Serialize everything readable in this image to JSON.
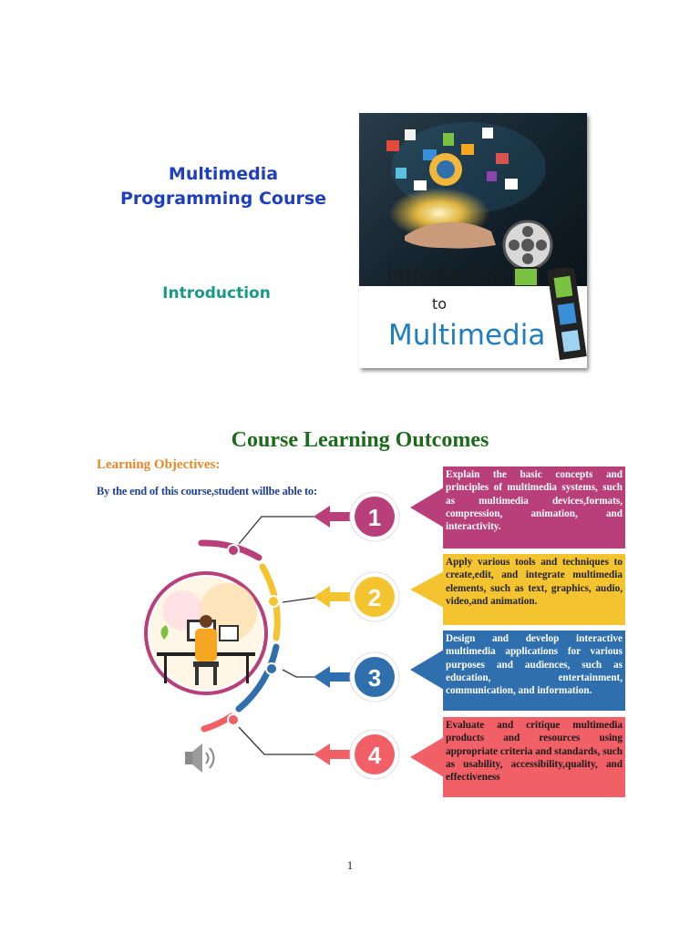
{
  "header": {
    "course_title_line1": "Multimedia",
    "course_title_line2": "Programming Course",
    "section_label": "Introduction"
  },
  "cover": {
    "line1": "Introduction",
    "line2": "to",
    "line3": "Multimedia"
  },
  "outcomes": {
    "heading": "Course Learning Outcomes",
    "objectives_label": "Learning Objectives:",
    "objectives_intro": "By the end of this course,student willbe able to:",
    "items": [
      {
        "number": "1",
        "color": "#b83f79",
        "text": "Explain the basic concepts and principles of multimedia systems, such as multimedia devices,formats, compression, animation, and interactivity."
      },
      {
        "number": "2",
        "color": "#f4c430",
        "text": "Apply various tools and techniques to create,edit, and integrate multimedia elements, such as text, graphics, audio, video,and animation."
      },
      {
        "number": "3",
        "color": "#2f6fae",
        "text": "Design and develop interactive multimedia applications for various purposes and audiences, such as education, entertainment, communication, and information."
      },
      {
        "number": "4",
        "color": "#f16067",
        "text": "Evaluate and critique multimedia products and resources using appropriate criteria and standards, such as usability, accessibility,quality, and effectiveness"
      }
    ]
  },
  "icons": [
    "speaker-icon",
    "person-at-computer-illustration",
    "hand-with-media-icons-illustration",
    "film-reel-icon"
  ],
  "footer": {
    "page_number": "1"
  }
}
